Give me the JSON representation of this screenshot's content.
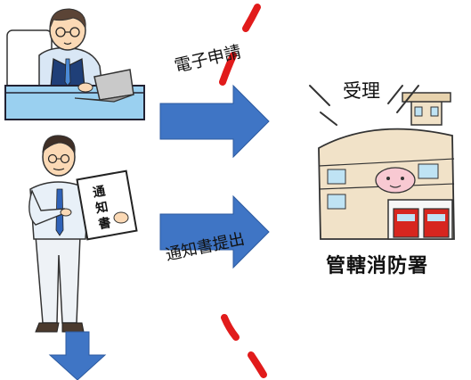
{
  "labels": {
    "electronic_application": "電子申請",
    "notice_submission": "通知書提出",
    "received": "受理",
    "fire_station": "管轄消防署",
    "notice_document": "通知書"
  },
  "colors": {
    "arrow_blue": "#3f75c5",
    "boundary_red": "#e11b1b",
    "desk_blue": "#9ad0f0",
    "building_beige": "#f1e2c8"
  },
  "icons": [
    "person-at-laptop-icon",
    "person-with-notice-icon",
    "fire-station-icon",
    "right-arrow-icon",
    "down-arrow-icon"
  ]
}
